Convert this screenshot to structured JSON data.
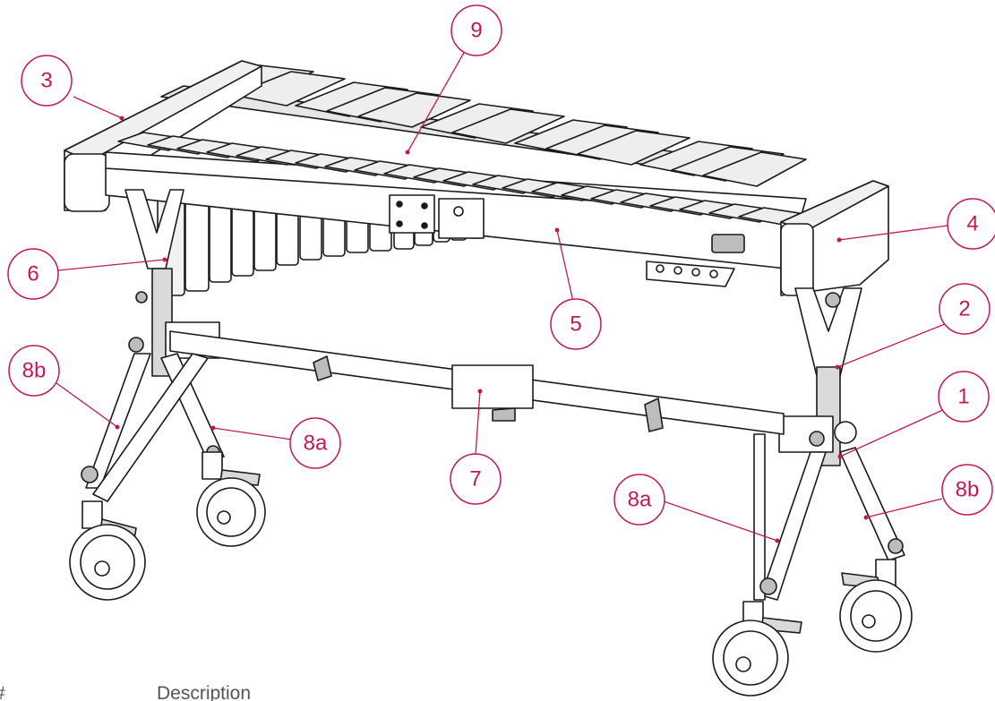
{
  "colors": {
    "callout": "#c2185b",
    "line": "#1a1a1a",
    "metal": "#ffffff",
    "shade": "#d9d9d9",
    "bar": "#eeeeee"
  },
  "callouts": [
    {
      "id": "c9",
      "label": "9"
    },
    {
      "id": "c3",
      "label": "3"
    },
    {
      "id": "c4",
      "label": "4"
    },
    {
      "id": "c6",
      "label": "6"
    },
    {
      "id": "c5",
      "label": "5"
    },
    {
      "id": "c2",
      "label": "2"
    },
    {
      "id": "c8b_left",
      "label": "8b"
    },
    {
      "id": "c1",
      "label": "1"
    },
    {
      "id": "c8a_left",
      "label": "8a"
    },
    {
      "id": "c7",
      "label": "7"
    },
    {
      "id": "c8b_right",
      "label": "8b"
    },
    {
      "id": "c8a_right",
      "label": "8a"
    }
  ],
  "footer": {
    "hash": "#",
    "description": "Description"
  }
}
